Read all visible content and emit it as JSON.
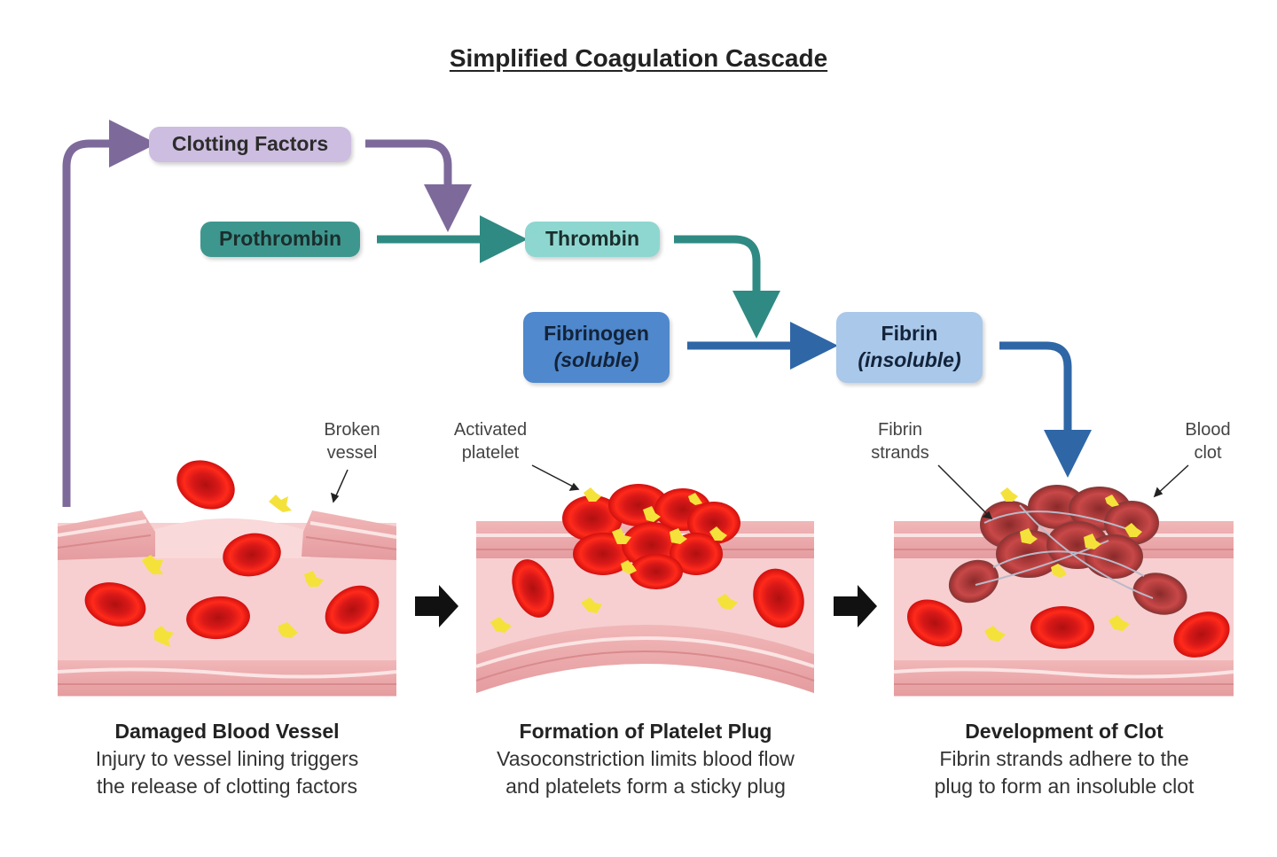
{
  "title": "Simplified Coagulation Cascade",
  "colors": {
    "purple": "#7d6a9b",
    "teal": "#2f8a83",
    "blue": "#2f66a6",
    "vessel_wall": "#e9a6a8",
    "vessel_lumen": "#f7cfd0",
    "rbc": "#e41f1f",
    "platelet": "#f4e23a"
  },
  "nodes": {
    "clotting_factors": "Clotting Factors",
    "prothrombin": "Prothrombin",
    "thrombin": "Thrombin",
    "fibrinogen": {
      "name": "Fibrinogen",
      "state": "(soluble)"
    },
    "fibrin": {
      "name": "Fibrin",
      "state": "(insoluble)"
    }
  },
  "labels": {
    "broken_vessel": [
      "Broken",
      "vessel"
    ],
    "activated_platelet": [
      "Activated",
      "platelet"
    ],
    "fibrin_strands": [
      "Fibrin",
      "strands"
    ],
    "blood_clot": [
      "Blood",
      "clot"
    ]
  },
  "panels": [
    {
      "title": "Damaged Blood Vessel",
      "lines": [
        "Injury to vessel lining triggers",
        "the release of clotting factors"
      ]
    },
    {
      "title": "Formation of Platelet Plug",
      "lines": [
        "Vasoconstriction limits blood flow",
        "and platelets form a sticky plug"
      ]
    },
    {
      "title": "Development of Clot",
      "lines": [
        "Fibrin strands adhere to the",
        "plug to form an insoluble clot"
      ]
    }
  ]
}
